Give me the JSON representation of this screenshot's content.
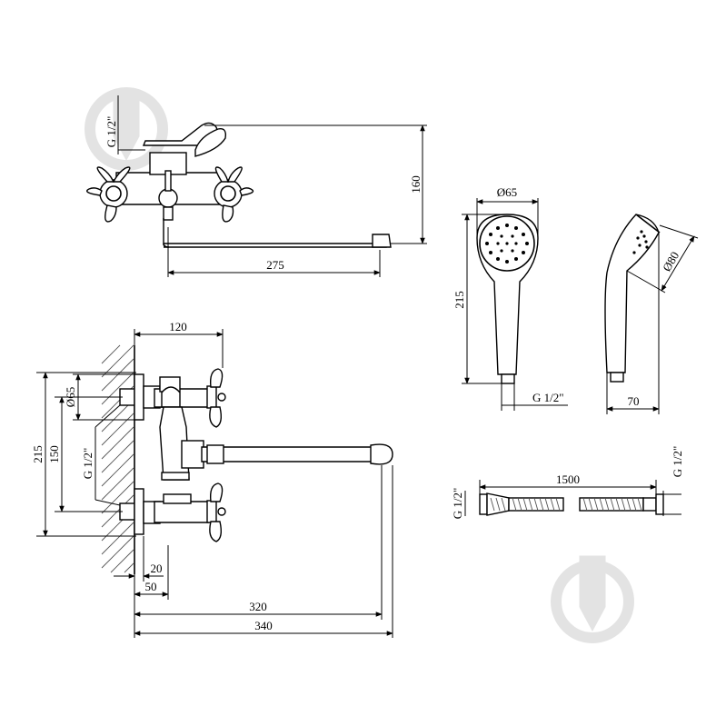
{
  "diagram": {
    "dimensions": {
      "thread_side": "G 1/2\"",
      "height_top": "160",
      "spout_reach_top": "275",
      "center_spacing": "120",
      "overall_height": "215",
      "pipe_spacing": "150",
      "nut_diameter": "Ø65",
      "thread_left": "G 1/2\"",
      "offset_20": "20",
      "offset_50": "50",
      "reach_320": "320",
      "reach_340": "340",
      "head_diameter": "Ø65",
      "shower_length": "215",
      "shower_thread": "G 1/2\"",
      "head_tilt_diameter": "Ø80",
      "shower_width": "70",
      "hose_length": "1500",
      "hose_thread_left": "G 1/2\"",
      "hose_thread_right": "G 1/2\""
    }
  }
}
